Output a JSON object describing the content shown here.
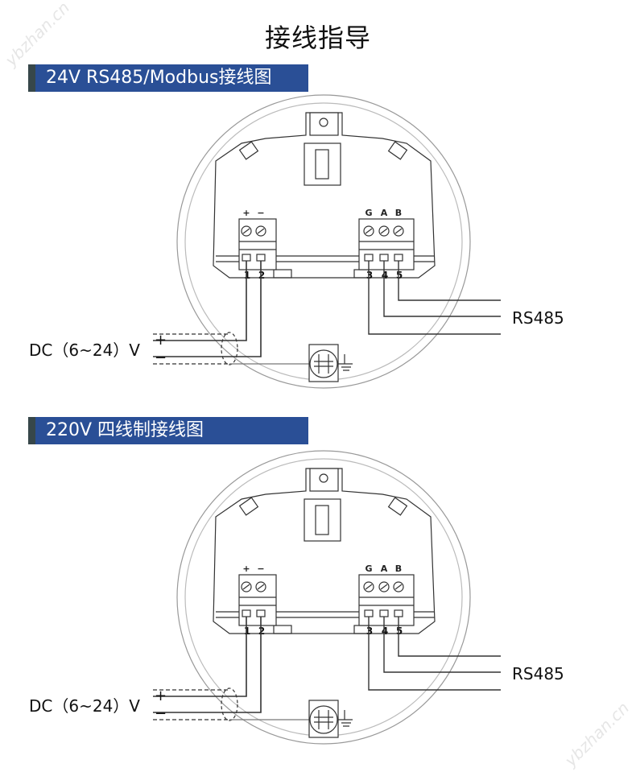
{
  "title": "接线指导",
  "watermark": "ybzhan.cn",
  "sections": [
    {
      "heading": "24V  RS485/Modbus接线图",
      "power_label": "DC（6~24）V",
      "plus": "+",
      "minus": "−",
      "terminal_top_labels": [
        "+",
        "−",
        "G",
        "A",
        "B"
      ],
      "terminal_numbers": [
        "1",
        "2",
        "3",
        "4",
        "5"
      ],
      "bus_label": "RS485"
    },
    {
      "heading": "220V 四线制接线图",
      "power_label": "DC（6~24）V",
      "plus": "+",
      "minus": "−",
      "terminal_top_labels": [
        "+",
        "−",
        "G",
        "A",
        "B"
      ],
      "terminal_numbers": [
        "1",
        "2",
        "3",
        "4",
        "5"
      ],
      "bus_label": "RS485"
    }
  ]
}
